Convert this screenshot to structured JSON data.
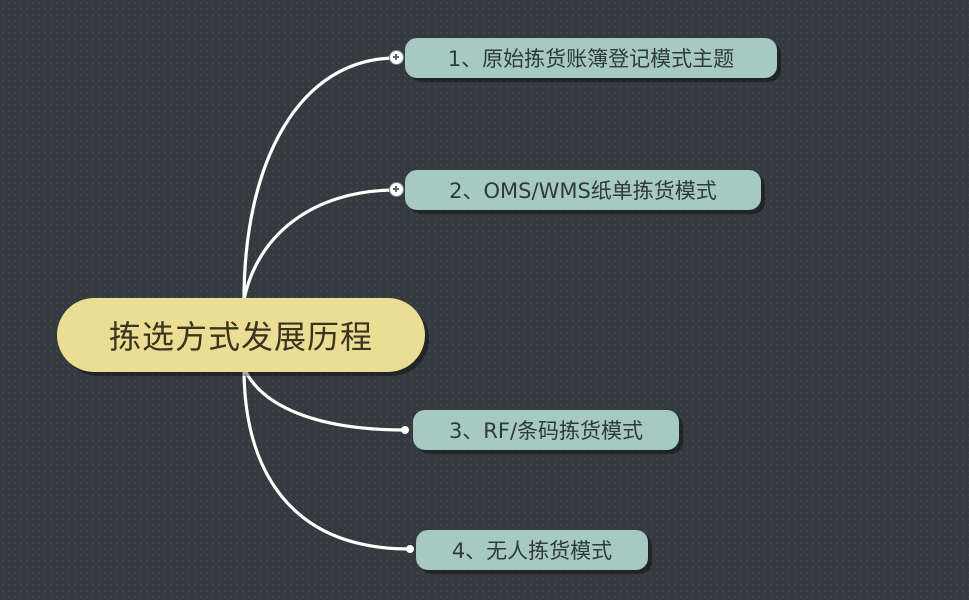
{
  "mindmap": {
    "root": {
      "label": "拣选方式发展历程",
      "fill_color": "#ebdd93"
    },
    "branches": [
      {
        "label": "1、原始拣货账簿登记模式主题",
        "collapsed": true
      },
      {
        "label": "2、OMS/WMS纸单拣货模式",
        "collapsed": true
      },
      {
        "label": "3、RF/条码拣货模式",
        "collapsed": false
      },
      {
        "label": "4、无人拣货模式",
        "collapsed": false
      }
    ],
    "branch_fill_color": "#a6c9c2",
    "connector_color": "#ffffff",
    "background_color": "#343a3e"
  }
}
